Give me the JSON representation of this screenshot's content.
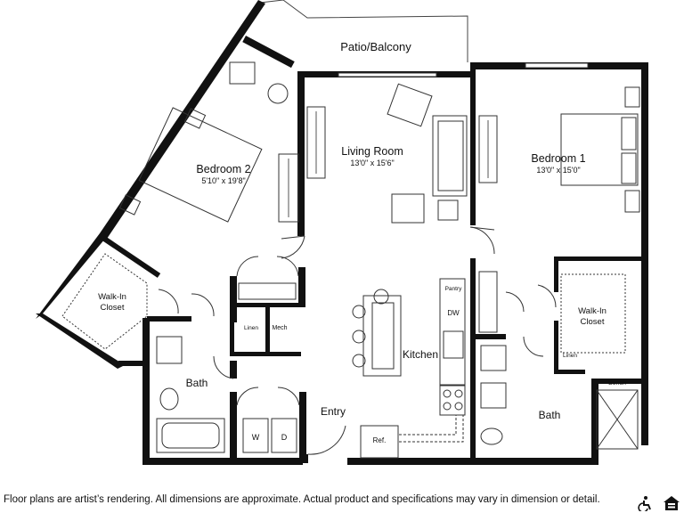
{
  "rooms": {
    "patio": "Patio/Balcony",
    "living_room": {
      "name": "Living Room",
      "dims": "13'0\" x 15'6\""
    },
    "bedroom1": {
      "name": "Bedroom 1",
      "dims": "13'0\" x 15'0\""
    },
    "bedroom2": {
      "name": "Bedroom 2",
      "dims": "5'10\" x 19'8\""
    },
    "walkin_closet_left": [
      "Walk-In",
      "Closet"
    ],
    "walkin_closet_right": [
      "Walk-In",
      "Closet"
    ],
    "bath_left": "Bath",
    "bath_right": "Bath",
    "kitchen": "Kitchen",
    "entry": "Entry"
  },
  "fixtures": {
    "linen_left": "Linen",
    "mech": "Mech",
    "pantry": "Pantry",
    "dw": "DW",
    "ref": "Ref.",
    "washer": "W",
    "dryer": "D",
    "linen_right": "Linen",
    "bench": "Bench"
  },
  "footer": {
    "disclaimer": "Floor plans are artist’s rendering. All dimensions are approximate. Actual product and specifications may vary in dimension or detail."
  },
  "icons": [
    "accessibility-icon",
    "equal-housing-icon"
  ]
}
